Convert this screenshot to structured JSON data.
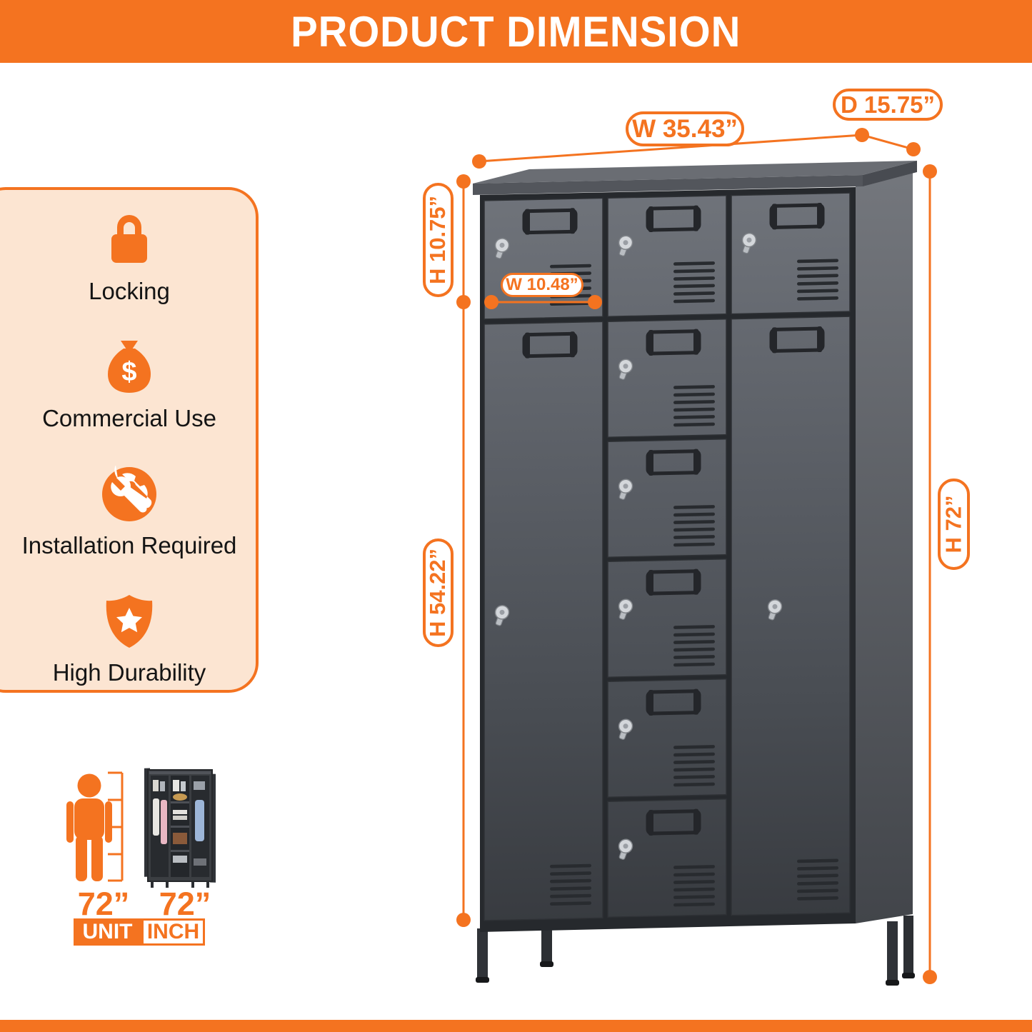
{
  "header": {
    "title": "PRODUCT DIMENSION"
  },
  "features": {
    "items": [
      {
        "icon": "lock-icon",
        "label": "Locking"
      },
      {
        "icon": "money-bag-icon",
        "label": "Commercial Use"
      },
      {
        "icon": "wrench-icon",
        "label": "Installation Required"
      },
      {
        "icon": "shield-star-icon",
        "label": "High Durability"
      }
    ]
  },
  "dimensions": {
    "width": "W 35.43”",
    "depth": "D 15.75”",
    "top_section_height": "H 10.75”",
    "door_width": "W 10.48”",
    "lower_section_height": "H 54.22”",
    "overall_height": "H 72”"
  },
  "scale_reference": {
    "person_height": "72”",
    "locker_height": "72”",
    "unit_label": "UNIT",
    "unit_value": "INCH"
  },
  "colors": {
    "accent": "#F47320",
    "panel_fill": "#FCE5D2",
    "locker_gray": "#4a4d52"
  }
}
